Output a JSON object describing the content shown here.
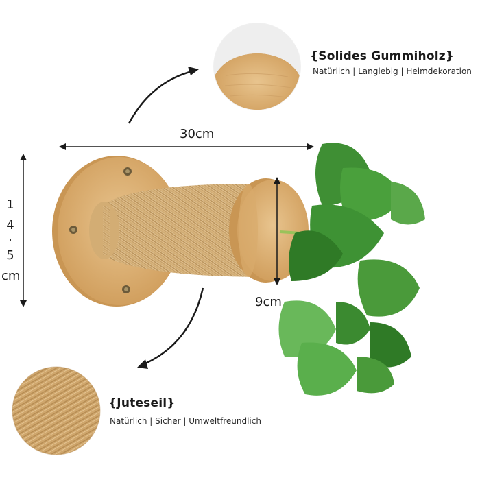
{
  "dimensions": {
    "length": "30cm",
    "height_lines": [
      "1",
      "4",
      "·",
      "5",
      "cm"
    ],
    "diameter": "9cm"
  },
  "features": [
    {
      "title": "{Solides Gummiholz}",
      "subtitle": "Natürlich | Langlebig | Heimdekoration",
      "icon": "wood-disc-closeup"
    },
    {
      "title": "{Juteseil}",
      "subtitle": "Natürlich | Sicher | Umweltfreundlich",
      "icon": "jute-rope-closeup"
    }
  ],
  "colors": {
    "wood": "#dcb078",
    "wood_edge": "#c99654",
    "jute": "#d6b37c",
    "leaf": "#4a9a3a",
    "leaf_dark": "#2f7a26",
    "ink": "#1a1a1a"
  }
}
